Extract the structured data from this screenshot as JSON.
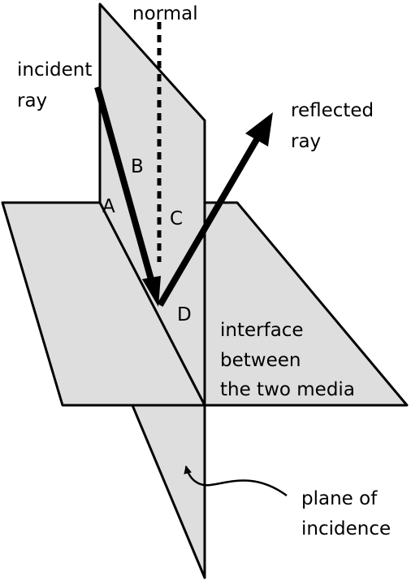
{
  "labels": {
    "normal": "normal",
    "incident_line1": "incident",
    "incident_line2": "ray",
    "reflected_line1": "reflected",
    "reflected_line2": "ray",
    "point_a": "A",
    "point_b": "B",
    "point_c": "C",
    "point_d": "D",
    "interface_line1": "interface",
    "interface_line2": "between",
    "interface_line3": "the two media",
    "plane_line1": "plane of",
    "plane_line2": "incidence"
  },
  "colors": {
    "plane_fill": "#dedede",
    "stroke": "#000000",
    "background": "#ffffff"
  }
}
